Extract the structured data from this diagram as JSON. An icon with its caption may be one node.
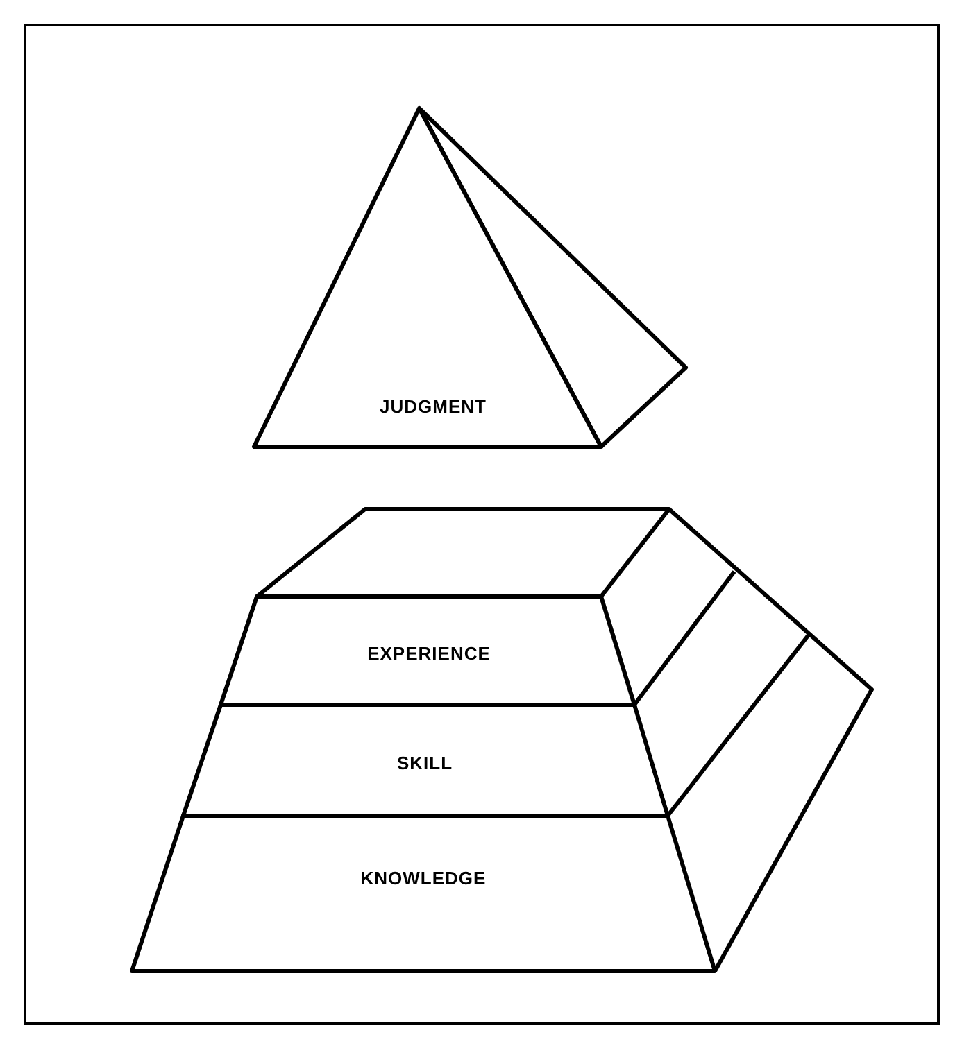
{
  "diagram": {
    "nodes": [
      {
        "text": [
          "JUDGMENT"
        ]
      },
      {
        "text": [
          "EXPERIENCE"
        ]
      },
      {
        "text": [
          "SKILL"
        ]
      },
      {
        "text": [
          "KNOWLEDGE"
        ]
      }
    ]
  }
}
